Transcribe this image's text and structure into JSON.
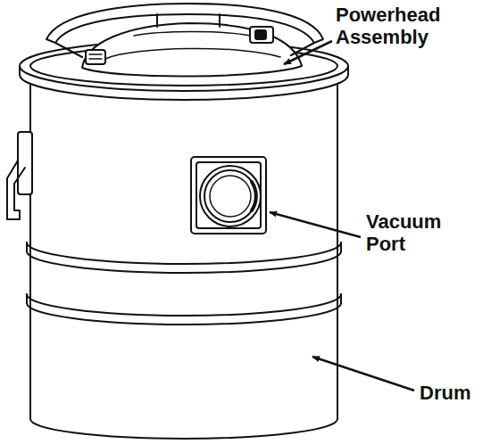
{
  "diagram": {
    "labels": [
      "Powerhead Assembly",
      "Vacuum Port",
      "Drum"
    ]
  }
}
